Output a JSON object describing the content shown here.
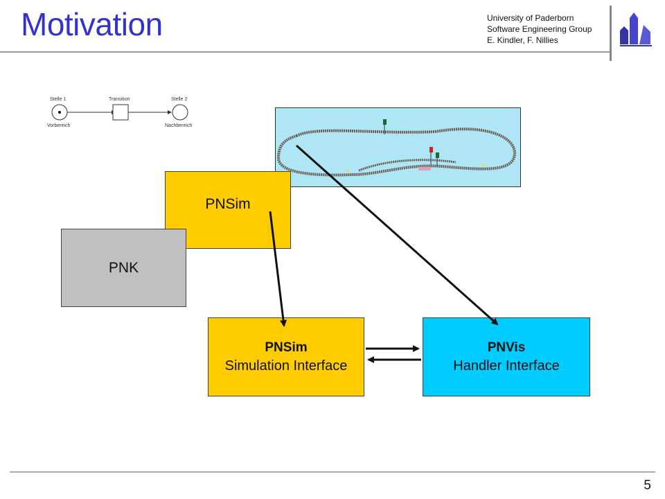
{
  "header": {
    "title": "Motivation",
    "lines": [
      "University of Paderborn",
      "Software Engineering Group",
      "E. Kindler, F. Nillies"
    ]
  },
  "petri_net": {
    "place1_label": "Stelle 1",
    "place1_sublabel": "Vorbereich",
    "transition_label": "Transition",
    "place2_label": "Stelle 2",
    "place2_sublabel": "Nachbereich"
  },
  "boxes": {
    "pnsim_top": {
      "label": "PNSim",
      "color": "#ffcc00"
    },
    "pnk": {
      "label": "PNK",
      "color": "#c0c0c0"
    },
    "pnsim_bottom": {
      "title": "PNSim",
      "subtitle": "Simulation Interface",
      "color": "#ffcc00"
    },
    "pnvis": {
      "title": "PNVis",
      "subtitle": "Handler Interface",
      "color": "#00ccff"
    }
  },
  "footer": {
    "page_number": "5"
  },
  "colors": {
    "title": "#3333cc",
    "rail_background": "#aee6f5"
  },
  "icons": {
    "logo": "university-logo-icon"
  }
}
